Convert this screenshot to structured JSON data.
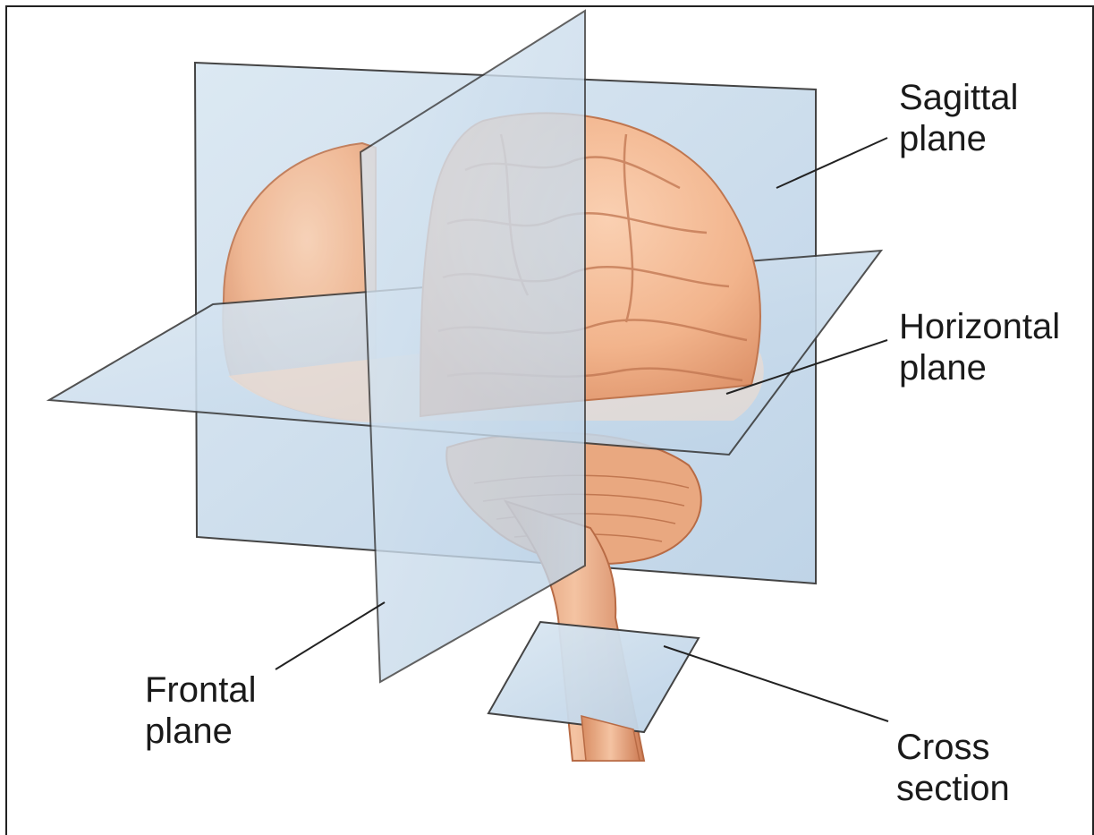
{
  "labels": {
    "sagittal": {
      "line1": "Sagittal",
      "line2": "plane"
    },
    "horizontal": {
      "line1": "Horizontal",
      "line2": "plane"
    },
    "frontal": {
      "line1": "Frontal",
      "line2": "plane"
    },
    "cross": {
      "line1": "Cross",
      "line2": "section"
    }
  },
  "colors": {
    "plane_fill": "#cfe0ee",
    "plane_edge": "#3a3a3a",
    "brain": "#f2b48c",
    "brain_shadow": "#d8875e",
    "brainstem": "#e8a47c"
  }
}
